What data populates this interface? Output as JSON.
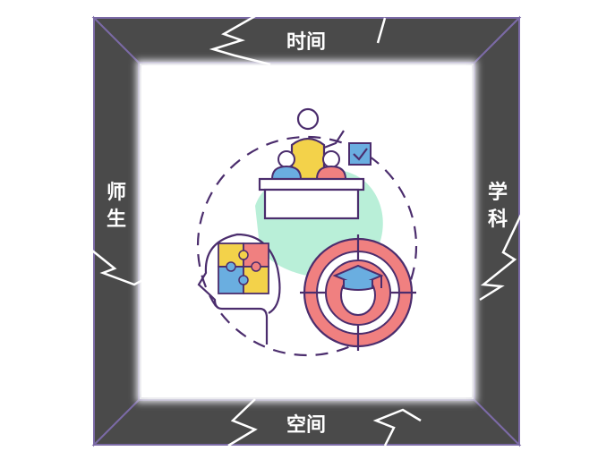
{
  "frame": {
    "top_label": "时间",
    "bottom_label": "空间",
    "left_label_chars": [
      "师",
      "生"
    ],
    "right_label_chars": [
      "学",
      "科"
    ]
  },
  "colors": {
    "frame_dark": "#4a4a4a",
    "frame_outline": "#7b6aa6",
    "inner_bg": "#f3f4f6",
    "accent_green": "#b9efd8",
    "accent_yellow": "#f3d24a",
    "accent_coral": "#f08080",
    "accent_blue": "#6aaee0",
    "line_purple": "#4b2d6d"
  },
  "icons": [
    "teacher-with-students-icon",
    "checkbox-check-icon",
    "head-puzzle-icon",
    "target-graduate-icon"
  ]
}
